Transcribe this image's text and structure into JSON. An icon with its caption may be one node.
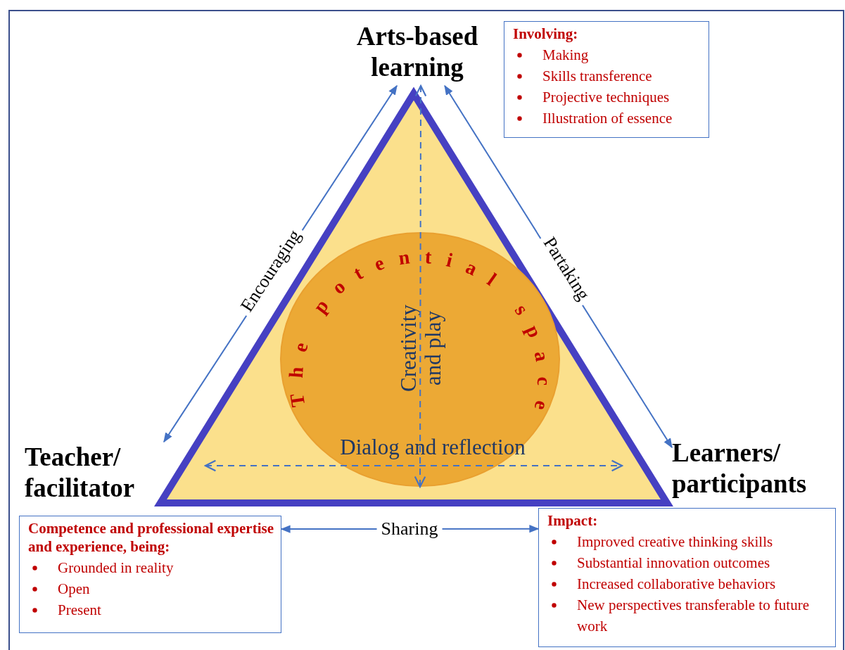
{
  "diagram": {
    "nodes": [
      {
        "text": [
          "Arts-based learning"
        ]
      },
      {
        "text": [
          "Involving:",
          "Making",
          "Skills transference",
          "Projective techniques",
          "Illustration of essence"
        ]
      },
      {
        "text": [],
        "shape": "triangle"
      },
      {
        "text": [
          "The potential space",
          "Creativity and play",
          "Dialog and reflection"
        ],
        "in": 2
      },
      {
        "text": [
          "Teacher/ facilitator"
        ]
      },
      {
        "text": [
          "Competence and professional expertise and experience, being:",
          "Grounded in reality",
          "Open",
          "Present"
        ]
      },
      {
        "text": [
          "Learners/ participants"
        ]
      },
      {
        "text": [
          "Impact:",
          "Improved creative thinking skills",
          "Substantial innovation outcomes",
          "Increased collaborative behaviors",
          "New perspectives transferable to future work"
        ]
      }
    ],
    "edges": [
      {
        "from": 4,
        "to": 0,
        "arrow": "both",
        "label": "Encouraging"
      },
      {
        "from": 0,
        "to": 6,
        "arrow": "both",
        "label": "Partaking"
      },
      {
        "from": 5,
        "to": 7,
        "arrow": "both",
        "label": "Sharing"
      },
      {
        "from": 0,
        "to": 3,
        "arrow": "both",
        "style": "dashed"
      }
    ]
  }
}
